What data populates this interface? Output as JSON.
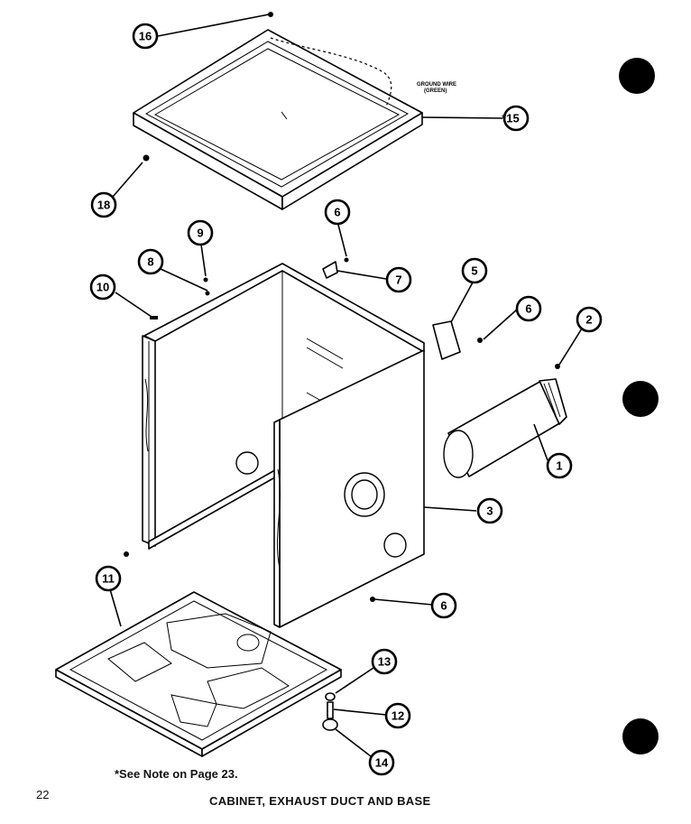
{
  "callouts": {
    "c1": "1",
    "c2": "2",
    "c3": "3",
    "c5": "5",
    "c6_top": "6",
    "c6_mid": "6",
    "c6_bottom": "6",
    "c7": "7",
    "c8": "8",
    "c9": "9",
    "c10": "10",
    "c11": "11",
    "c12": "12",
    "c13": "13",
    "c14": "14",
    "c15": "*15",
    "c16": "16",
    "c18": "18"
  },
  "ground_wire_label": [
    "GROUND WIRE",
    "(GREEN)"
  ],
  "note": "*See Note on Page 23.",
  "page_number": "22",
  "caption": "CABINET, EXHAUST DUCT AND BASE"
}
